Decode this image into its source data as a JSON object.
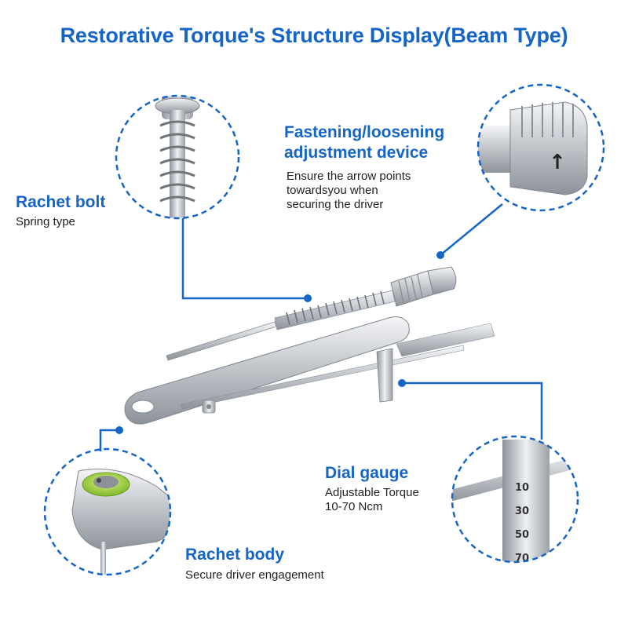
{
  "title": "Restorative Torque's Structure Display(Beam Type)",
  "callouts": {
    "rachet_bolt": {
      "label": "Rachet bolt",
      "desc": "Spring type"
    },
    "fastening": {
      "label_line1": "Fastening/loosening",
      "label_line2": "adjustment device",
      "desc_line1": "Ensure the arrow points",
      "desc_line2": "towardsyou when",
      "desc_line3": "securing the driver"
    },
    "dial_gauge": {
      "label": "Dial gauge",
      "desc_line1": "Adjustable Torque",
      "desc_line2": "10-70 Ncm"
    },
    "rachet_body": {
      "label": "Rachet body",
      "desc": "Secure driver engagement"
    }
  },
  "scale_marks": [
    "10",
    "30",
    "50",
    "70"
  ],
  "arrow_mark": "↑",
  "colors": {
    "accent": "#1565c8",
    "metal": "#c9cdd2",
    "green_ring": "#9acd32"
  }
}
